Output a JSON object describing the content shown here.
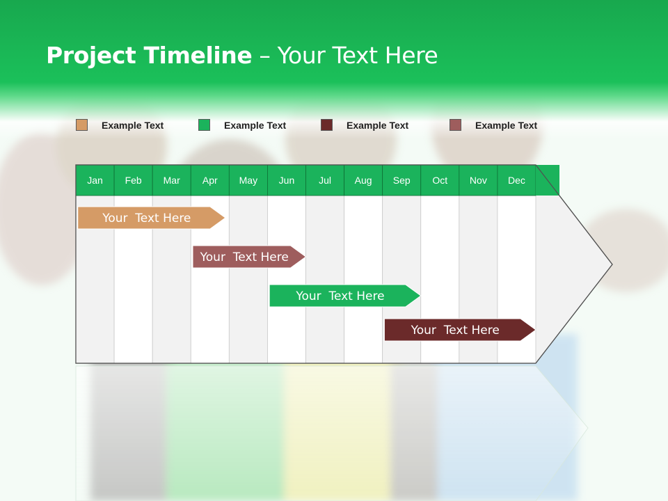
{
  "title": {
    "bold": "Project Timeline",
    "rest": " – Your Text Here"
  },
  "legend": [
    {
      "label": "Example Text",
      "color": "#d59b66"
    },
    {
      "label": "Example Text",
      "color": "#1bb35c"
    },
    {
      "label": "Example Text",
      "color": "#6b2a2a"
    },
    {
      "label": "Example Text",
      "color": "#9e5d5d"
    }
  ],
  "months": [
    "Jan",
    "Feb",
    "Mar",
    "Apr",
    "May",
    "Jun",
    "Jul",
    "Aug",
    "Sep",
    "Oct",
    "Nov",
    "Dec"
  ],
  "tasks": [
    {
      "label": "Your  Text Here",
      "start_month": 0.05,
      "end_month": 3.9,
      "color": "#d59b66"
    },
    {
      "label": "Your  Text Here",
      "start_month": 3.05,
      "end_month": 6.0,
      "color": "#9e5d5d"
    },
    {
      "label": "Your  Text Here",
      "start_month": 5.05,
      "end_month": 9.0,
      "color": "#1bb35c"
    },
    {
      "label": "Your  Text Here",
      "start_month": 8.05,
      "end_month": 12.0,
      "color": "#6b2a2a"
    }
  ],
  "colors": {
    "header_green": "#1bb35c",
    "grid_light": "#f2f2f2",
    "grid_white": "#ffffff"
  }
}
